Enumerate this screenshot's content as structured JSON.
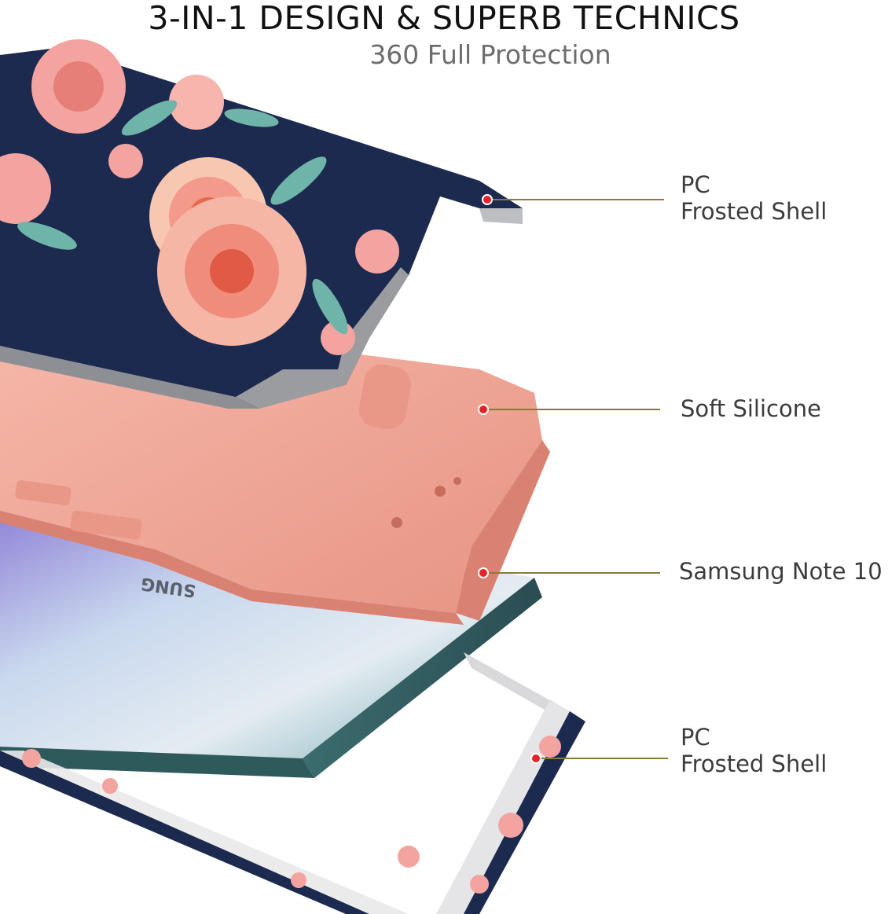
{
  "header": {
    "title": "3-IN-1 DESIGN & SUPERB TECHNICS",
    "subtitle": "360 Full Protection"
  },
  "callouts": [
    {
      "line1": "PC",
      "line2": "Frosted Shell"
    },
    {
      "line1": "Soft Silicone"
    },
    {
      "line1": "Samsung Note 10"
    },
    {
      "line1": "PC",
      "line2": "Frosted Shell"
    }
  ],
  "phone_brand_text": "SUNG",
  "colors": {
    "callout_line": "#8a7a3a",
    "callout_dot": "#e3242b",
    "silicone": "#f2a99a",
    "floral_bg": "#1b2a4e",
    "rose": "#f4a4a0"
  }
}
